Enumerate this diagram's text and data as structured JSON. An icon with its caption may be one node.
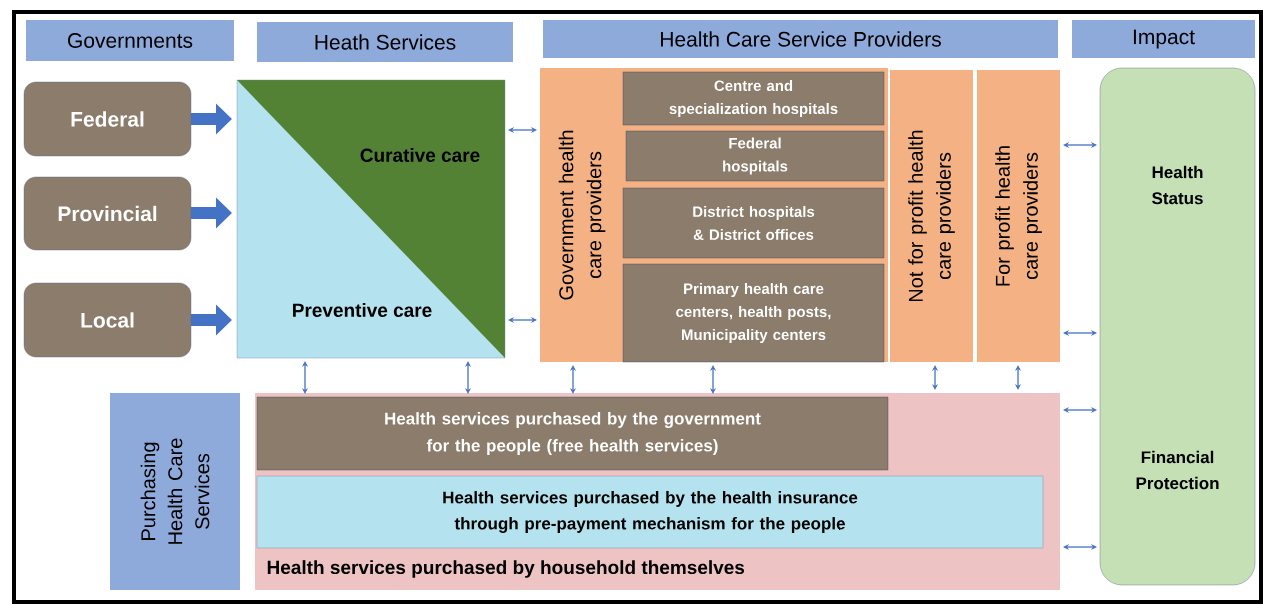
{
  "diagram": {
    "nodes": [
      {
        "text": [
          "Governments"
        ]
      },
      {
        "text": [
          "Heath Services"
        ]
      },
      {
        "text": [
          "Health Care Service Providers"
        ]
      },
      {
        "text": [
          "Impact"
        ]
      },
      {
        "text": [
          "Federal"
        ]
      },
      {
        "text": [
          "Provincial"
        ]
      },
      {
        "text": [
          "Local"
        ]
      },
      {
        "text": [
          "Curative care",
          "Preventive care"
        ]
      },
      {
        "text": [
          "Government health care providers"
        ]
      },
      {
        "text": [
          "Centre and specialization hospitals"
        ],
        "in": 8
      },
      {
        "text": [
          "Federal hospitals"
        ],
        "in": 8
      },
      {
        "text": [
          "District hospitals & District offices"
        ],
        "in": 8
      },
      {
        "text": [
          "Primary health care centers, health posts, Municipality centers"
        ],
        "in": 8
      },
      {
        "text": [
          "Not for profit health care providers"
        ]
      },
      {
        "text": [
          "For profit health care providers"
        ]
      },
      {
        "text": [
          "Health Status",
          "Financial Protection"
        ]
      },
      {
        "text": [
          "Purchasing Health Care Services"
        ]
      },
      {
        "text": [
          "Health services purchased by household themselves"
        ]
      },
      {
        "text": [
          "Health services purchased by the government for the people (free health services)"
        ],
        "in": 17
      },
      {
        "text": [
          "Health services purchased by the health insurance through pre-payment mechanism for the people"
        ],
        "in": 17
      }
    ],
    "edges": [
      {
        "from": 4,
        "to": 7,
        "arrow": "to",
        "style": "thick"
      },
      {
        "from": 5,
        "to": 7,
        "arrow": "to",
        "style": "thick"
      },
      {
        "from": 6,
        "to": 7,
        "arrow": "to",
        "style": "thick"
      },
      {
        "from": 7,
        "to": 8,
        "arrow": "both"
      },
      {
        "from": 7,
        "to": 8,
        "arrow": "both"
      },
      {
        "from": 7,
        "to": 18,
        "arrow": "both"
      },
      {
        "from": 7,
        "to": 18,
        "arrow": "both"
      },
      {
        "from": 8,
        "to": 18,
        "arrow": "both"
      },
      {
        "from": 12,
        "to": 18,
        "arrow": "both"
      },
      {
        "from": 13,
        "to": 17,
        "arrow": "both"
      },
      {
        "from": 14,
        "to": 17,
        "arrow": "both"
      },
      {
        "from": 14,
        "to": 15,
        "arrow": "both"
      },
      {
        "from": 14,
        "to": 15,
        "arrow": "both"
      },
      {
        "from": 17,
        "to": 15,
        "arrow": "both"
      },
      {
        "from": 17,
        "to": 15,
        "arrow": "both"
      }
    ]
  }
}
